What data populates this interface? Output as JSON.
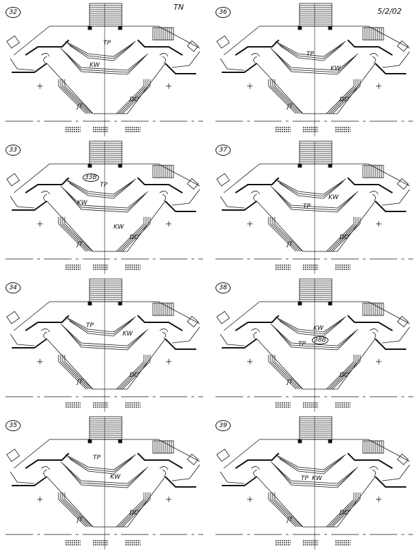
{
  "page": {
    "corner_note_left": "TN",
    "corner_note_right": "5/2/02"
  },
  "panels": [
    {
      "number": "32",
      "labels": [
        "TP",
        "KW",
        "JT",
        "DC"
      ]
    },
    {
      "number": "33",
      "labels": [
        "TP",
        "KW",
        "JT",
        "DC"
      ],
      "extra": [
        "33B",
        "KW"
      ]
    },
    {
      "number": "34",
      "labels": [
        "TP",
        "KW",
        "JT",
        "DC"
      ]
    },
    {
      "number": "35",
      "labels": [
        "TP",
        "KW",
        "JT",
        "DC"
      ]
    },
    {
      "number": "36",
      "labels": [
        "TP",
        "KW",
        "JT",
        "DC"
      ]
    },
    {
      "number": "37",
      "labels": [
        "TP",
        "KW",
        "JT",
        "DC"
      ]
    },
    {
      "number": "38",
      "labels": [
        "TP",
        "KW",
        "JT",
        "DC"
      ],
      "extra": [
        "38B"
      ]
    },
    {
      "number": "39",
      "labels": [
        "TP",
        "KW",
        "JT",
        "DC"
      ]
    }
  ]
}
